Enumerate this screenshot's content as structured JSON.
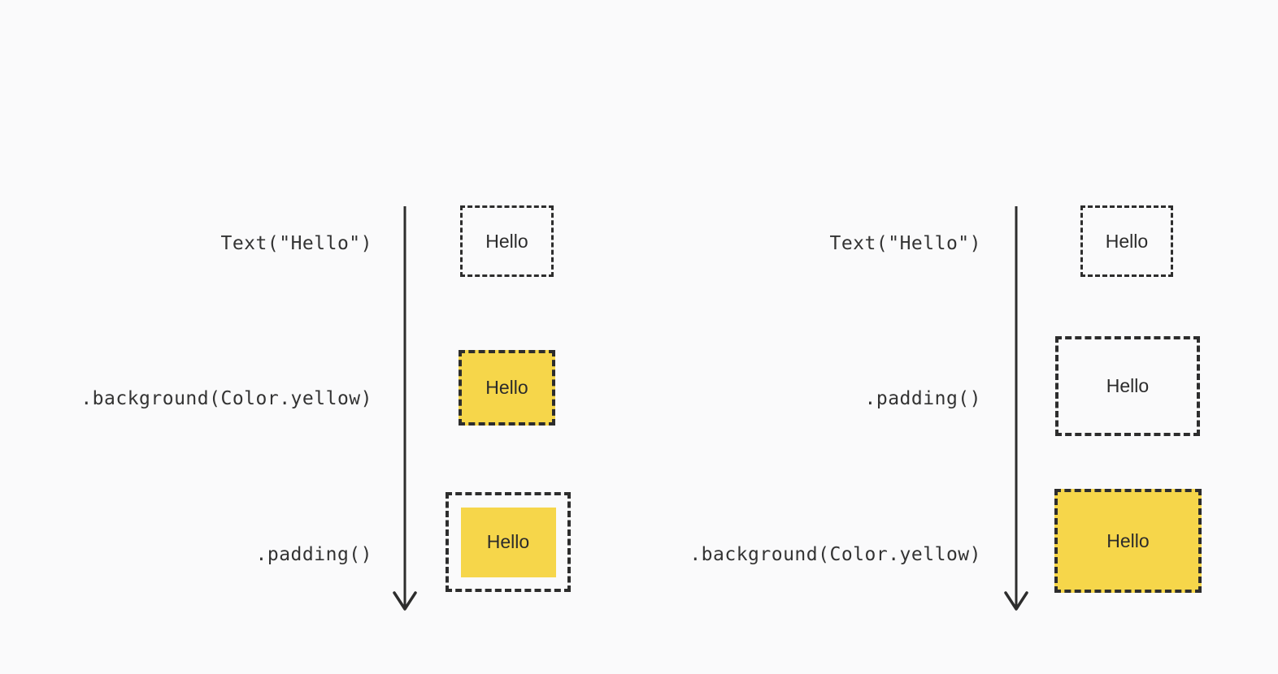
{
  "colors": {
    "background": "#FAFAFB",
    "ink": "#2D2D2D",
    "yellow": "#F6D64A"
  },
  "left_panel": {
    "steps": [
      {
        "code": "Text(\"Hello\")",
        "label": "Hello"
      },
      {
        "code": ".background(Color.yellow)",
        "label": "Hello"
      },
      {
        "code": ".padding()",
        "label": "Hello"
      }
    ]
  },
  "right_panel": {
    "steps": [
      {
        "code": "Text(\"Hello\")",
        "label": "Hello"
      },
      {
        "code": ".padding()",
        "label": "Hello"
      },
      {
        "code": ".background(Color.yellow)",
        "label": "Hello"
      }
    ]
  }
}
